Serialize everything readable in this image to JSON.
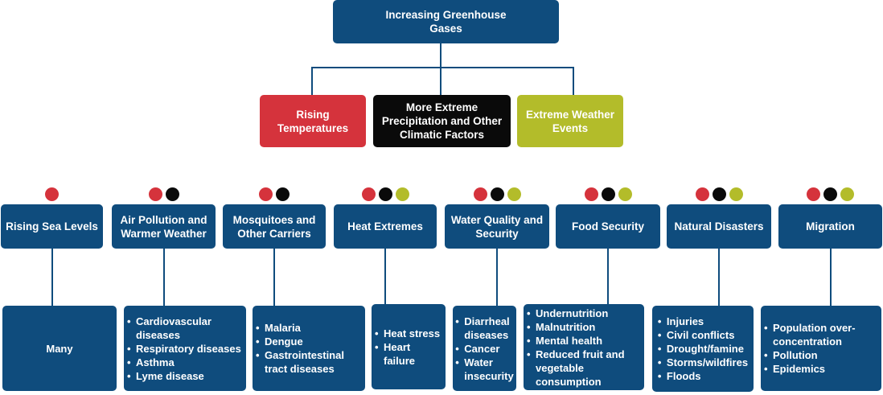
{
  "top": {
    "label": "Increasing Greenhouse Gases"
  },
  "drivers": [
    {
      "label": "Rising Temperatures",
      "color": "#d5333c"
    },
    {
      "label": "More Extreme Precipitation and Other Climatic Factors",
      "color": "#0a0a0a"
    },
    {
      "label": "Extreme Weather Events",
      "color": "#b3bc2a"
    }
  ],
  "categories": [
    {
      "label": "Rising Sea Levels",
      "dots": [
        "#d5333c"
      ],
      "effects": [
        "Many"
      ]
    },
    {
      "label": "Air Pollution and Warmer Weather",
      "dots": [
        "#d5333c",
        "#0a0a0a"
      ],
      "effects": [
        "Cardiovascular diseases",
        "Respiratory diseases",
        "Asthma",
        "Lyme disease"
      ]
    },
    {
      "label": "Mosquitoes and Other Carriers",
      "dots": [
        "#d5333c",
        "#0a0a0a"
      ],
      "effects": [
        "Malaria",
        "Dengue",
        "Gastrointestinal tract diseases"
      ]
    },
    {
      "label": "Heat Extremes",
      "dots": [
        "#d5333c",
        "#0a0a0a",
        "#b3bc2a"
      ],
      "effects": [
        "Heat stress",
        "Heart failure"
      ]
    },
    {
      "label": "Water Quality and Security",
      "dots": [
        "#d5333c",
        "#0a0a0a",
        "#b3bc2a"
      ],
      "effects": [
        "Diarrheal diseases",
        "Cancer",
        "Water insecurity"
      ]
    },
    {
      "label": "Food Security",
      "dots": [
        "#d5333c",
        "#0a0a0a",
        "#b3bc2a"
      ],
      "effects": [
        "Undernutrition",
        "Malnutrition",
        "Mental health",
        "Reduced fruit and vegetable consumption"
      ]
    },
    {
      "label": "Natural Disasters",
      "dots": [
        "#d5333c",
        "#0a0a0a",
        "#b3bc2a"
      ],
      "effects": [
        "Injuries",
        "Civil conflicts",
        "Drought/famine",
        "Storms/wildfires",
        "Floods"
      ]
    },
    {
      "label": "Migration",
      "dots": [
        "#d5333c",
        "#0a0a0a",
        "#b3bc2a"
      ],
      "effects": [
        "Population over-concentration",
        "Pollution",
        "Epidemics"
      ]
    }
  ]
}
